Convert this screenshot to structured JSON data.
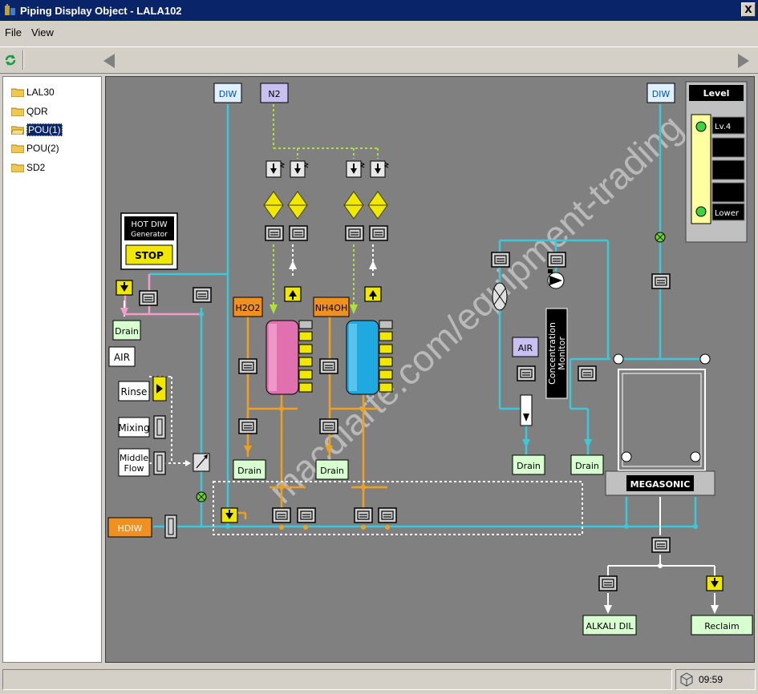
{
  "window": {
    "title": "Piping Display Object - LALA102",
    "close_label": "X"
  },
  "menu": {
    "file": "File",
    "view": "View"
  },
  "tree": {
    "items": [
      {
        "label": "LAL30",
        "selected": false
      },
      {
        "label": "QDR",
        "selected": false
      },
      {
        "label": "POU(1)",
        "selected": true
      },
      {
        "label": "POU(2)",
        "selected": false
      },
      {
        "label": "SD2",
        "selected": false
      }
    ]
  },
  "diagram": {
    "sources": {
      "diw_left": "DIW",
      "n2": "N2",
      "diw_right": "DIW",
      "air_left": "AIR",
      "air_mid": "AIR",
      "hdiw": "HDIW"
    },
    "chemicals": {
      "h2o2": "H2O2",
      "nh4oh": "NH4OH"
    },
    "generator": {
      "title_line1": "HOT DIW",
      "title_line2": "Generator",
      "status": "STOP"
    },
    "valves": {
      "rinse": "Rinse",
      "mixing": "Mixing",
      "middle_flow_line1": "Middle",
      "middle_flow_line2": "Flow"
    },
    "drains": {
      "drain1": "Drain",
      "drain2": "Drain",
      "drain3": "Drain",
      "drain4": "Drain",
      "drain5": "Drain"
    },
    "concentration_monitor": {
      "line1": "Concentration",
      "line2": "Monitor"
    },
    "megasonic": "MEGASONIC",
    "outlets": {
      "alkali": "ALKALI DIL",
      "reclaim": "Reclaim"
    },
    "level": {
      "title": "Level",
      "top_label": "Lv.4",
      "bottom_label": "Lower"
    },
    "watermark": "macdiarte.com/equipment-trading"
  },
  "status": {
    "time": "09:59"
  },
  "colors": {
    "cyan": "#3cc8d8",
    "orange": "#f0a020",
    "pink": "#f0a0c8",
    "lime": "#b0e040",
    "white": "#ffffff",
    "tank_pink": "#e070b0",
    "tank_cyan": "#20a8e0"
  }
}
